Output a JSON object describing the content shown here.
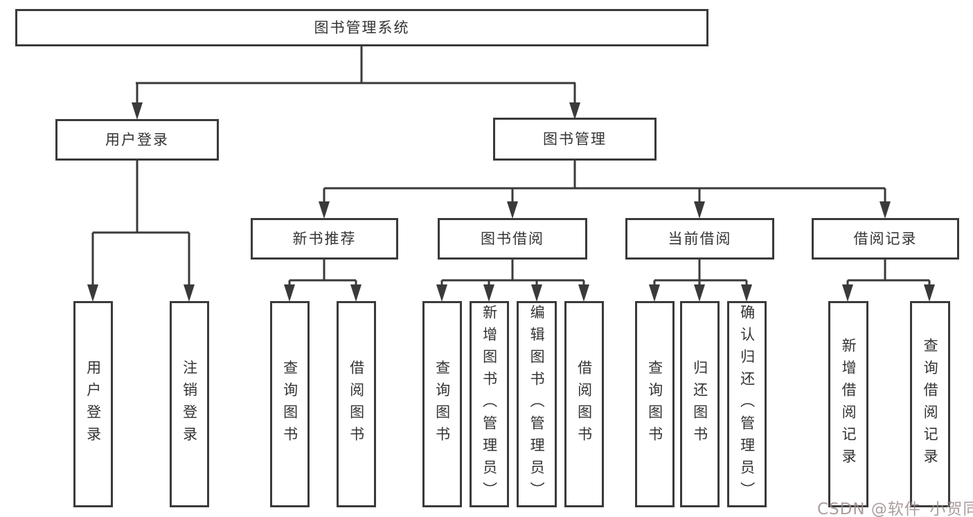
{
  "diagram_type": "hierarchy-tree",
  "colors": {
    "background": "#ffffff",
    "line": "#3a3a3a",
    "box_border": "#3a3a3a",
    "text": "#333333",
    "watermark_text": "#9e8c8c"
  },
  "tree": {
    "root": {
      "label": "图书管理系统"
    },
    "branches": [
      {
        "label": "用户登录",
        "children": [
          {
            "label": "用户登录"
          },
          {
            "label": "注销登录"
          }
        ]
      },
      {
        "label": "图书管理",
        "groups": [
          {
            "label": "新书推荐",
            "children": [
              {
                "label": "查询图书"
              },
              {
                "label": "借阅图书"
              }
            ]
          },
          {
            "label": "图书借阅",
            "children": [
              {
                "label": "查询图书"
              },
              {
                "label": "新增图书（管理员）"
              },
              {
                "label": "编辑图书（管理员）"
              },
              {
                "label": "借阅图书"
              }
            ]
          },
          {
            "label": "当前借阅",
            "children": [
              {
                "label": "查询图书"
              },
              {
                "label": "归还图书"
              },
              {
                "label": "确认归还（管理员）"
              }
            ]
          },
          {
            "label": "借阅记录",
            "children": [
              {
                "label": "新增借阅记录"
              },
              {
                "label": "查询借阅记录"
              }
            ]
          }
        ]
      }
    ]
  },
  "watermark": {
    "text": "CSDN @软件_小贺同学"
  }
}
